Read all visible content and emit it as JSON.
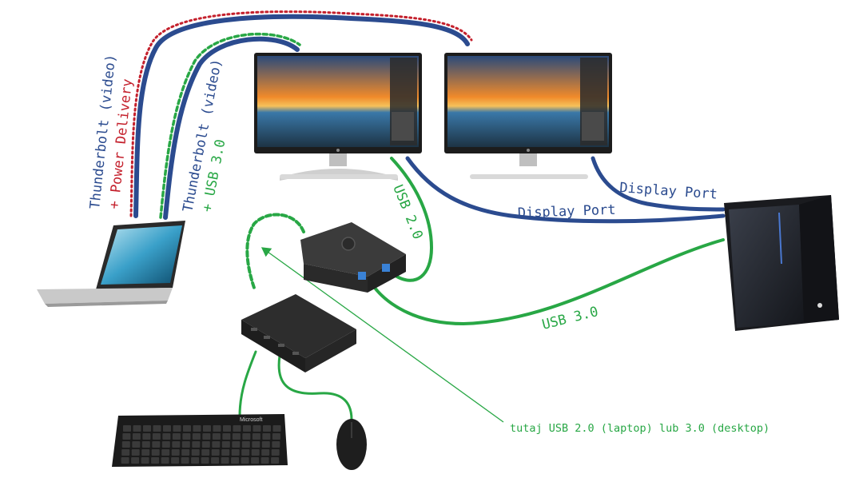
{
  "colors": {
    "blue": "#2b4b8f",
    "green": "#28a745",
    "red": "#c4202c",
    "screen_sky": "#e07a2c"
  },
  "labels": {
    "tb_pd_line1": "Thunderbolt (video)",
    "tb_pd_line2": "+ Power Delivery",
    "tb_usb_line1": "Thunderbolt (video)",
    "tb_usb_line2": "+ USB 3.0",
    "usb2": "USB 2.0",
    "dp_left": "Display Port",
    "dp_right": "Display Port",
    "usb3": "USB 3.0",
    "note": "tutaj USB 2.0 (laptop) lub 3.0 (desktop)"
  },
  "devices": {
    "keyboard_brand": "Microsoft"
  },
  "icons": [
    "laptop-icon",
    "monitor-icon",
    "usb-switch-icon",
    "usb-hub-icon",
    "keyboard-icon",
    "mouse-icon",
    "pc-tower-icon"
  ]
}
